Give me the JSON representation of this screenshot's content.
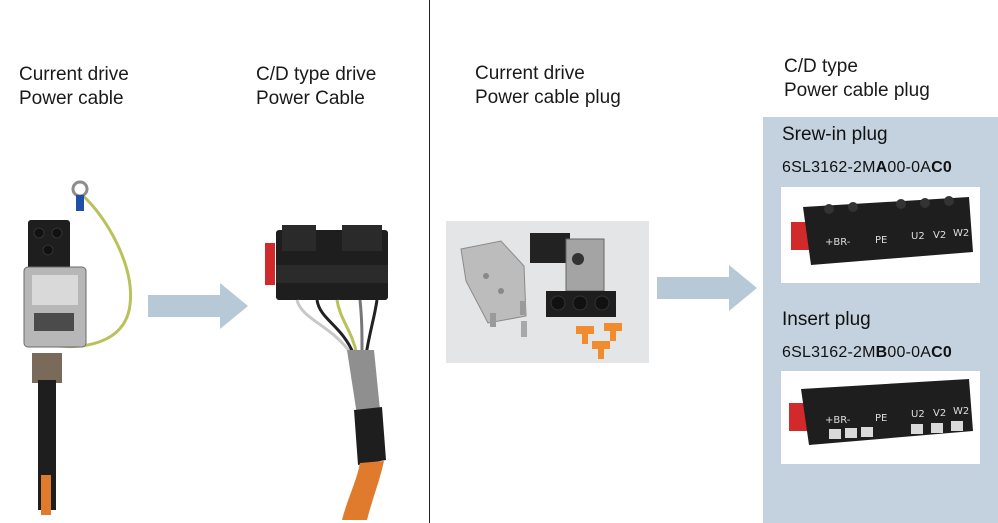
{
  "left": {
    "current_cable": {
      "line1": "Current drive",
      "line2": "Power cable"
    },
    "cd_cable": {
      "line1": "C/D type drive",
      "line2": "Power Cable"
    }
  },
  "right": {
    "current_plug": {
      "line1": "Current drive",
      "line2": "Power cable plug"
    },
    "cd_plug": {
      "line1": "C/D type",
      "line2": "Power cable plug"
    }
  },
  "panel": {
    "screw_title": "Srew-in plug",
    "screw_part": {
      "a": "6SL3162-2M",
      "b": "A",
      "c": "00-0A",
      "d": "C0"
    },
    "insert_title": "Insert plug",
    "insert_part": {
      "a": "6SL3162-2M",
      "b": "B",
      "c": "00-0A",
      "d": "C0"
    }
  },
  "connector_labels": {
    "br": "+BR-",
    "pe": "PE",
    "u2": "U2",
    "v2": "V2",
    "w2": "W2"
  },
  "colors": {
    "arrow": "#b7c8d6",
    "panel": "#c3d2de",
    "cable_orange": "#e07a2c",
    "connector_black": "#1e1e1e",
    "latch_red": "#d22a2a"
  }
}
